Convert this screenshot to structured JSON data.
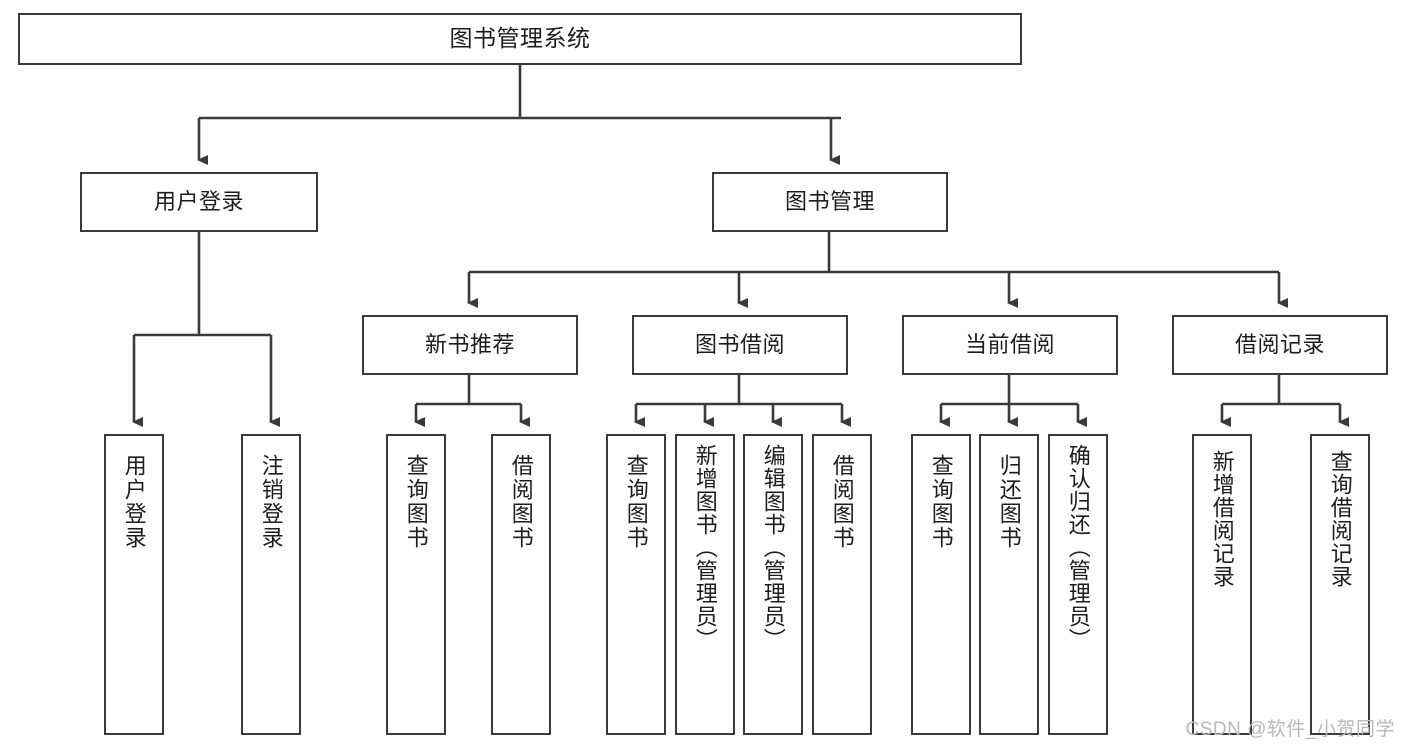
{
  "diagram": {
    "title": "图书管理系统",
    "type": "tree-hierarchy-diagram",
    "root": {
      "id": "root",
      "label": "图书管理系统"
    },
    "level2": [
      {
        "id": "user-login",
        "label": "用户登录"
      },
      {
        "id": "book-management",
        "label": "图书管理"
      }
    ],
    "level3": [
      {
        "id": "new-book-recommend",
        "label": "新书推荐",
        "parent": "book-management"
      },
      {
        "id": "book-borrow",
        "label": "图书借阅",
        "parent": "book-management"
      },
      {
        "id": "current-borrow",
        "label": "当前借阅",
        "parent": "book-management"
      },
      {
        "id": "borrow-record",
        "label": "借阅记录",
        "parent": "book-management"
      }
    ],
    "leaves": [
      {
        "id": "leaf-user-login",
        "label": "用户登录",
        "parent": "user-login"
      },
      {
        "id": "leaf-user-logout",
        "label": "注销登录",
        "parent": "user-login"
      },
      {
        "id": "leaf-query-book-1",
        "label": "查询图书",
        "parent": "new-book-recommend"
      },
      {
        "id": "leaf-borrow-book-1",
        "label": "借阅图书",
        "parent": "new-book-recommend"
      },
      {
        "id": "leaf-query-book-2",
        "label": "查询图书",
        "parent": "book-borrow"
      },
      {
        "id": "leaf-add-book",
        "label": "新增图书（管理员）",
        "parent": "book-borrow"
      },
      {
        "id": "leaf-edit-book",
        "label": "编辑图书（管理员）",
        "parent": "book-borrow"
      },
      {
        "id": "leaf-borrow-book-2",
        "label": "借阅图书",
        "parent": "book-borrow"
      },
      {
        "id": "leaf-query-book-3",
        "label": "查询图书",
        "parent": "current-borrow"
      },
      {
        "id": "leaf-return-book",
        "label": "归还图书",
        "parent": "current-borrow"
      },
      {
        "id": "leaf-confirm-return",
        "label": "确认归还（管理员）",
        "parent": "current-borrow"
      },
      {
        "id": "leaf-add-record",
        "label": "新增借阅记录",
        "parent": "borrow-record"
      },
      {
        "id": "leaf-query-record",
        "label": "查询借阅记录",
        "parent": "borrow-record"
      }
    ],
    "colors": {
      "stroke": "#3a3a3a",
      "text": "#1d1d1d",
      "background": "#ffffff",
      "watermark": "#b9b9b9"
    }
  },
  "watermark": {
    "text": "CSDN @软件_小贺同学"
  }
}
